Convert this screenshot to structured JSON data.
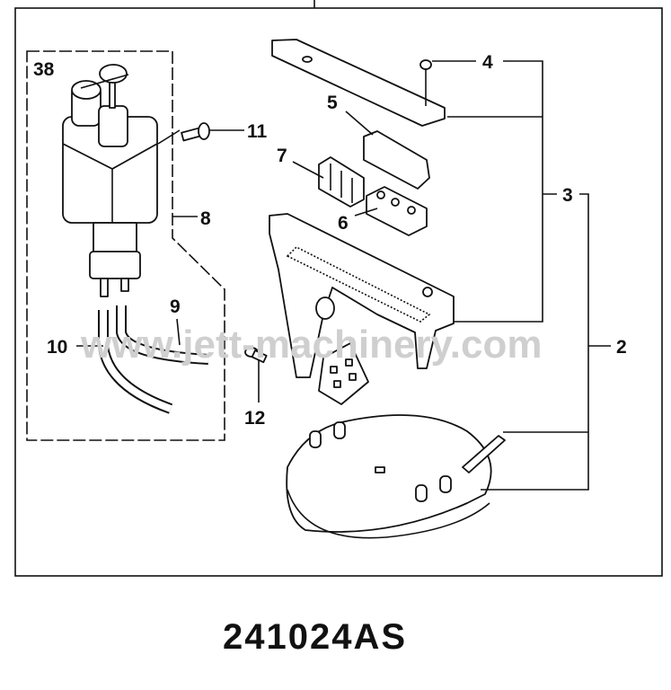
{
  "diagram": {
    "callouts": {
      "p2": "2",
      "p3": "3",
      "p4": "4",
      "p5": "5",
      "p6": "6",
      "p7": "7",
      "p8": "8",
      "p9": "9",
      "p10": "10",
      "p11": "11",
      "p12": "12",
      "p38": "38"
    },
    "watermark": "www.jett-machinery.com",
    "part_number": "241024AS"
  }
}
